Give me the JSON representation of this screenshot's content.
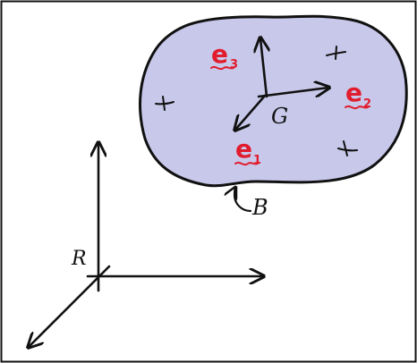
{
  "labels": {
    "body": "B",
    "center": "G",
    "reference": "R",
    "e1": "e",
    "e1_sub": "1",
    "e2": "e",
    "e2_sub": "2",
    "e3": "e",
    "e3_sub": "3"
  },
  "colors": {
    "body_fill": "#c8c8eb",
    "stroke": "#111111",
    "basis_labels": "#e11c2c",
    "frame_border": "#111111"
  }
}
